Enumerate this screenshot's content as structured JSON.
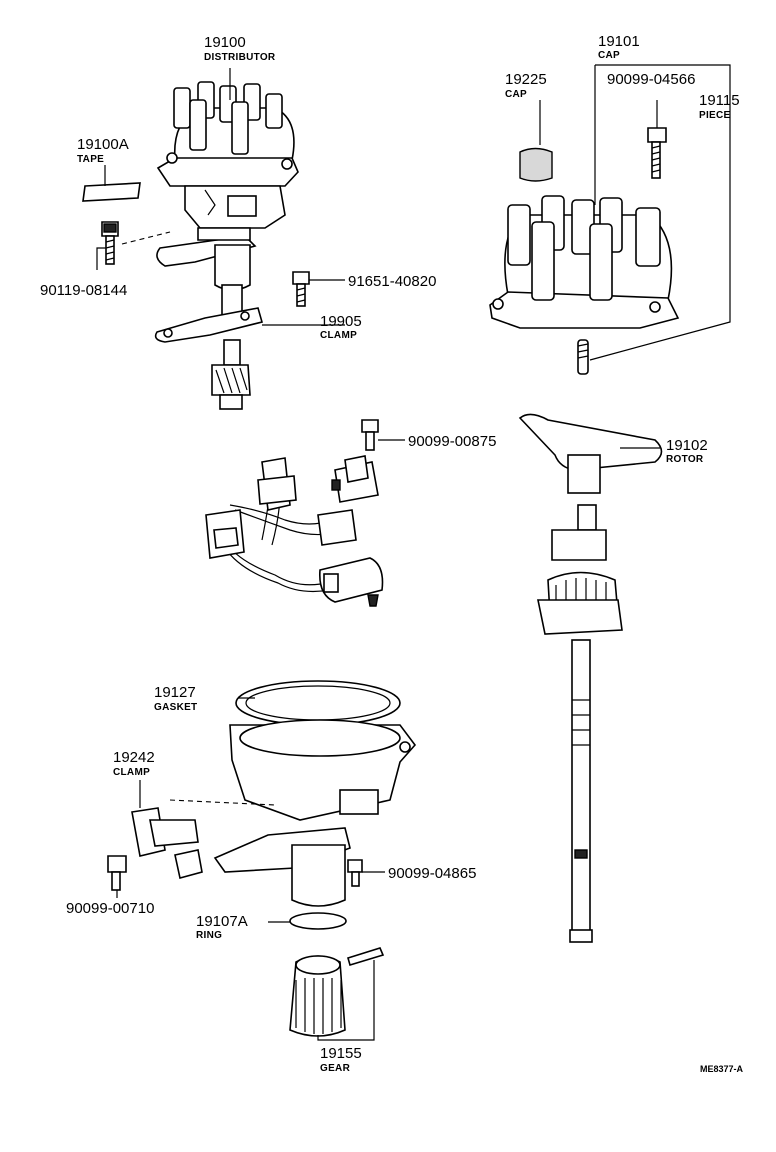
{
  "callouts": {
    "c19100": {
      "number": "19100",
      "name": "DISTRIBUTOR"
    },
    "c19100a": {
      "number": "19100A",
      "name": "TAPE"
    },
    "c90119": {
      "number": "90119-08144"
    },
    "c91651": {
      "number": "91651-40820"
    },
    "c19905": {
      "number": "19905",
      "name": "CLAMP"
    },
    "c19101": {
      "number": "19101",
      "name": "CAP"
    },
    "c19225": {
      "number": "19225",
      "name": "CAP"
    },
    "c90099_04566": {
      "number": "90099-04566"
    },
    "c19115": {
      "number": "19115",
      "name": "PIECE"
    },
    "c90099_00875": {
      "number": "90099-00875"
    },
    "c19102": {
      "number": "19102",
      "name": "ROTOR"
    },
    "c19127": {
      "number": "19127",
      "name": "GASKET"
    },
    "c19242": {
      "number": "19242",
      "name": "CLAMP"
    },
    "c90099_04865": {
      "number": "90099-04865"
    },
    "c90099_00710": {
      "number": "90099-00710"
    },
    "c19107a": {
      "number": "19107A",
      "name": "RING"
    },
    "c19155": {
      "number": "19155",
      "name": "GEAR"
    }
  },
  "drawing_code": "ME8377-A"
}
